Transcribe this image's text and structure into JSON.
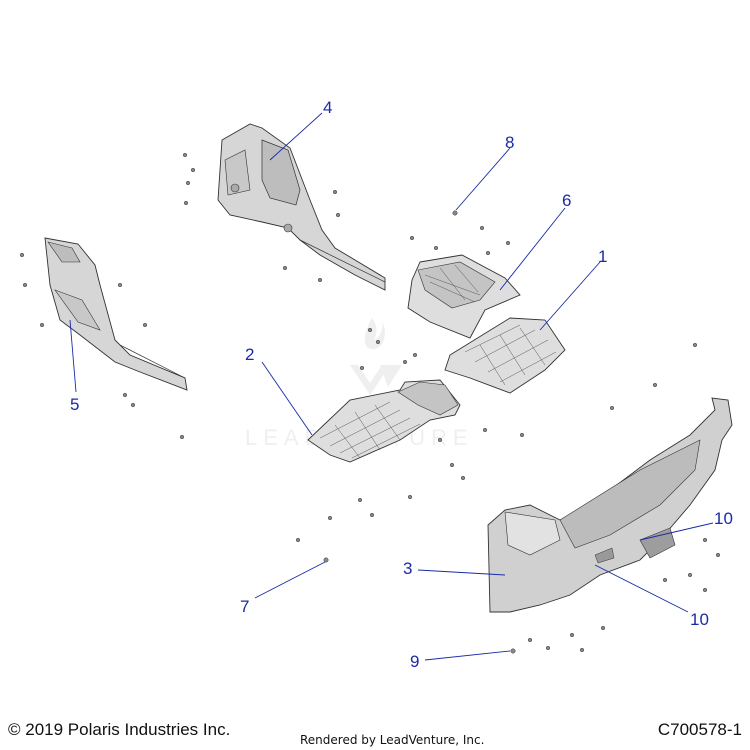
{
  "diagram": {
    "callouts": [
      {
        "label": "1",
        "name": "callout-1"
      },
      {
        "label": "2",
        "name": "callout-2"
      },
      {
        "label": "3",
        "name": "callout-3"
      },
      {
        "label": "4",
        "name": "callout-4"
      },
      {
        "label": "5",
        "name": "callout-5"
      },
      {
        "label": "6",
        "name": "callout-6"
      },
      {
        "label": "7",
        "name": "callout-7"
      },
      {
        "label": "8",
        "name": "callout-8"
      },
      {
        "label": "9",
        "name": "callout-9"
      },
      {
        "label": "10",
        "name": "callout-10-upper"
      },
      {
        "label": "10",
        "name": "callout-10-lower"
      }
    ],
    "callout_color": "#1a2aa8",
    "part_fill": "#d9d9d9",
    "part_stroke": "#333333"
  },
  "footer": {
    "copyright": "© 2019 Polaris Industries Inc.",
    "rendered_by": "Rendered by LeadVenture, Inc.",
    "part_number": "C700578-1"
  },
  "watermark": {
    "logo_icon": "leadventure-logo-icon",
    "color": "#e6e6e6"
  }
}
